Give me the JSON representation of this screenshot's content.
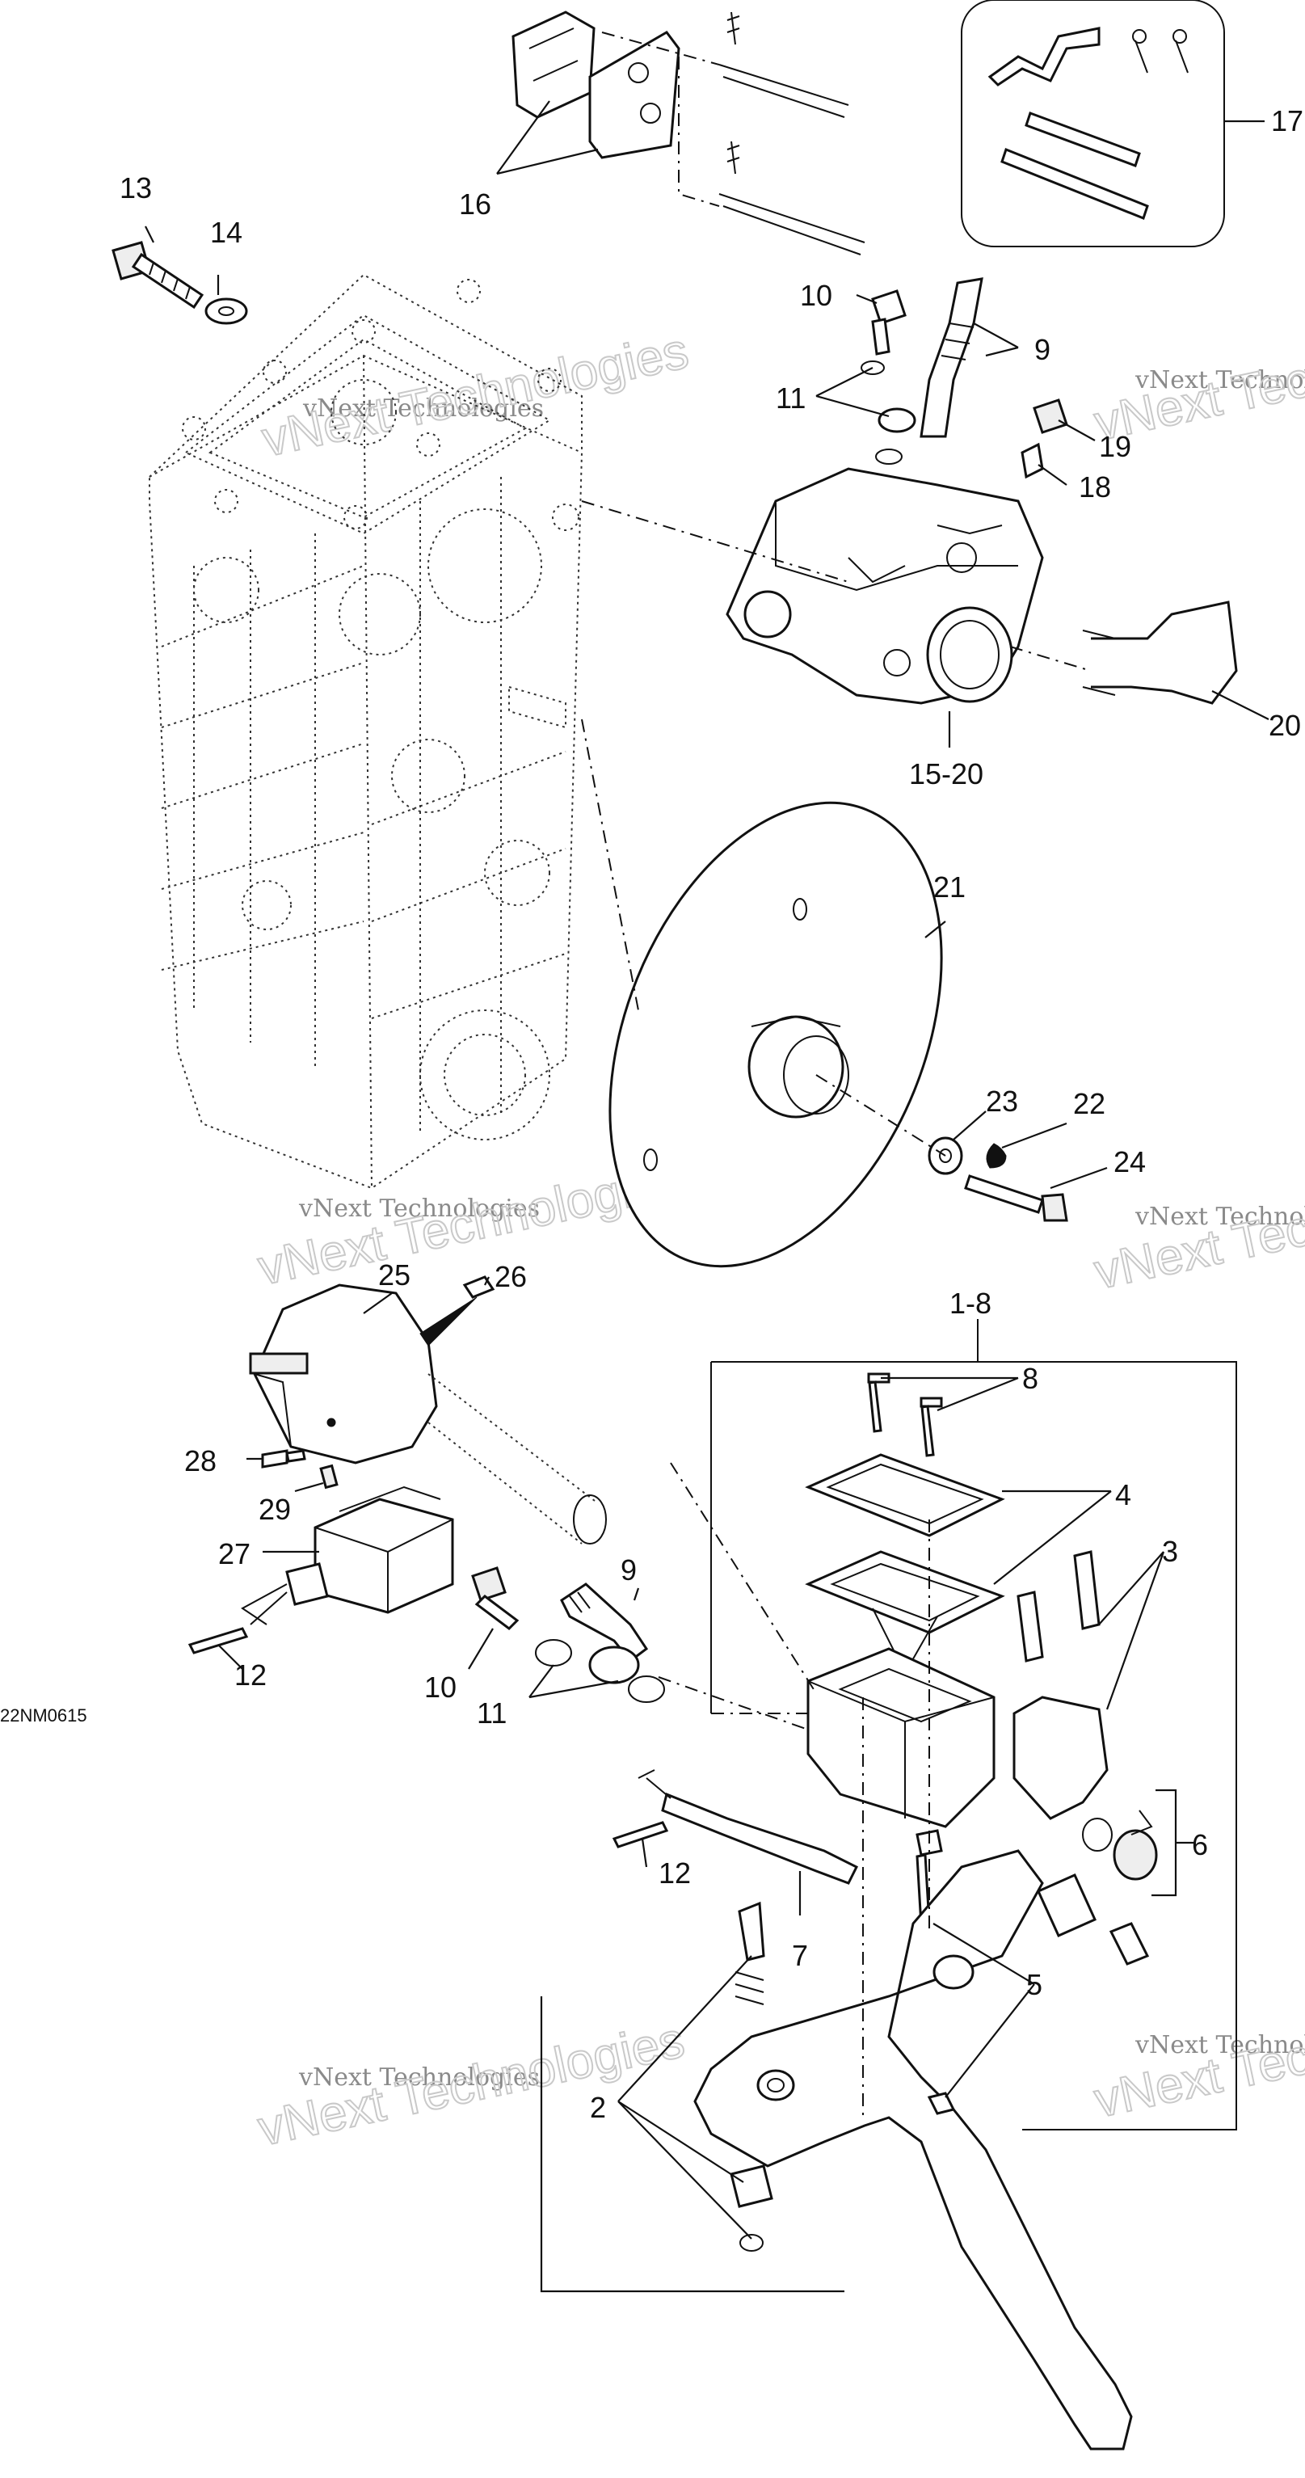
{
  "diagram": {
    "drawing_code": "22NM0615",
    "watermark_text": "vNext Technologies",
    "watermark_big": "vNext Technologies",
    "callouts": {
      "c1_8": "1-8",
      "c2": "2",
      "c3": "3",
      "c4": "4",
      "c5": "5",
      "c6": "6",
      "c7": "7",
      "c8": "8",
      "c9a": "9",
      "c9b": "9",
      "c10a": "10",
      "c10b": "10",
      "c11a": "11",
      "c11b": "11",
      "c12a": "12",
      "c12b": "12",
      "c13": "13",
      "c14": "14",
      "c15_20": "15-20",
      "c16": "16",
      "c17": "17",
      "c18": "18",
      "c19": "19",
      "c20": "20",
      "c21": "21",
      "c22": "22",
      "c23": "23",
      "c24": "24",
      "c25": "25",
      "c26": "26",
      "c27": "27",
      "c28": "28",
      "c29": "29"
    }
  }
}
